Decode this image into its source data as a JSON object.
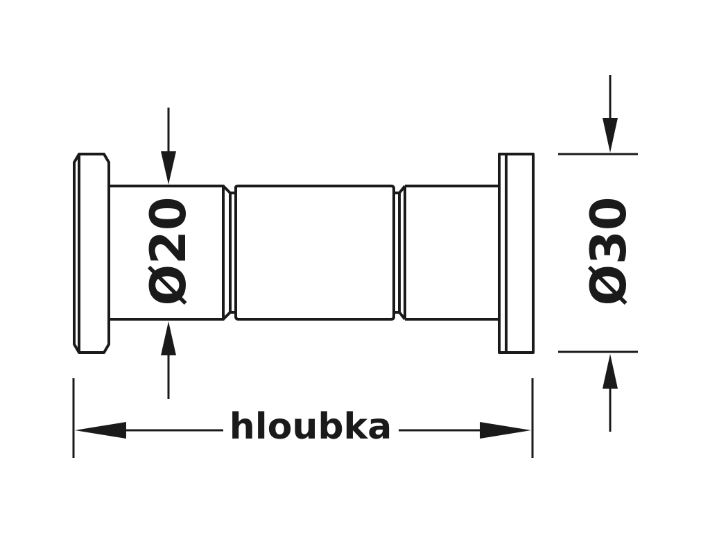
{
  "diagram": {
    "labels": {
      "inner_diameter": "Ø20",
      "outer_diameter": "Ø30",
      "depth": "hloubka"
    },
    "colors": {
      "line": "#1a1a1a",
      "background": "#ffffff"
    }
  }
}
